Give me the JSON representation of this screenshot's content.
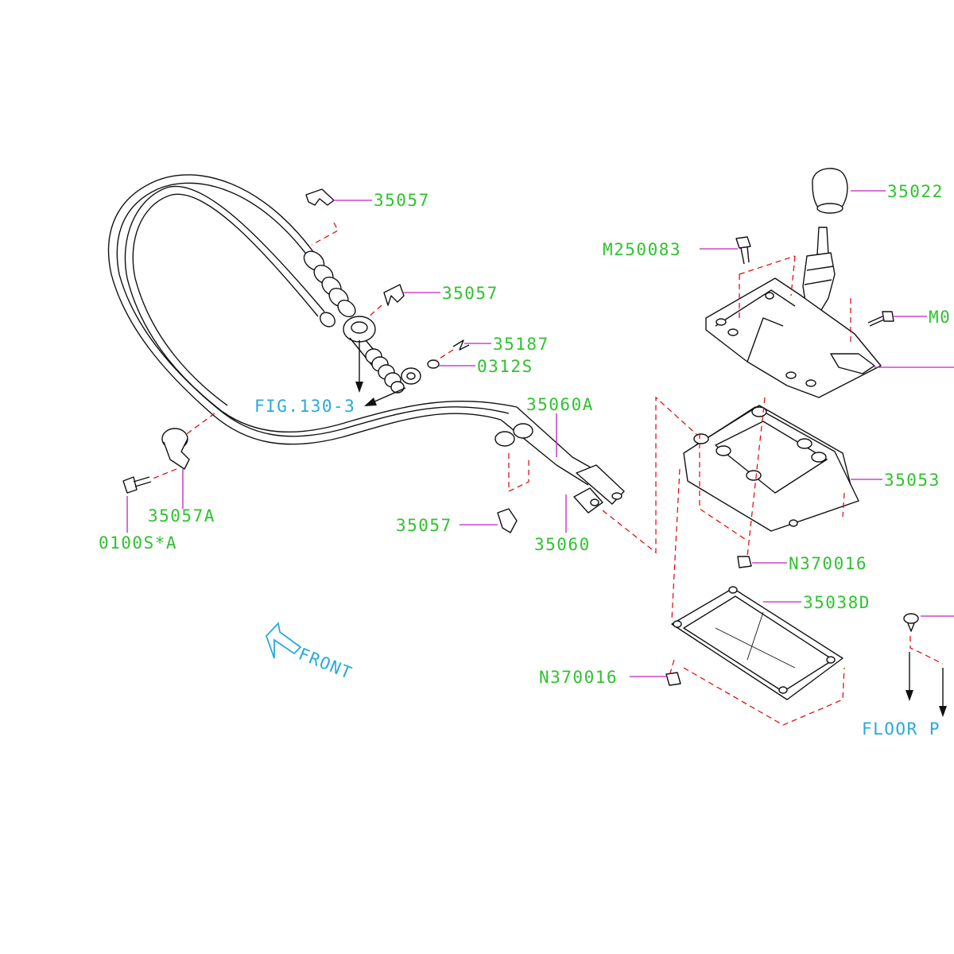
{
  "diagram": {
    "part_labels": [
      {
        "id": "p1",
        "text": "35057"
      },
      {
        "id": "p2",
        "text": "35057"
      },
      {
        "id": "p3",
        "text": "35187"
      },
      {
        "id": "p4",
        "text": "0312S"
      },
      {
        "id": "p5",
        "text": "35060A"
      },
      {
        "id": "p6",
        "text": "35057A"
      },
      {
        "id": "p7",
        "text": "0100S*A"
      },
      {
        "id": "p8",
        "text": "35057"
      },
      {
        "id": "p9",
        "text": "35060"
      },
      {
        "id": "p10",
        "text": "35022"
      },
      {
        "id": "p11",
        "text": "M250083"
      },
      {
        "id": "p12",
        "text": "M0"
      },
      {
        "id": "p13",
        "text": "35053"
      },
      {
        "id": "p14",
        "text": "N370016"
      },
      {
        "id": "p15",
        "text": "35038D"
      },
      {
        "id": "p16",
        "text": "N370016"
      }
    ],
    "reference_labels": {
      "fig": "FIG.130-3",
      "front": "FRONT",
      "floor": "FLOOR P"
    },
    "colors": {
      "label": "#2ec32e",
      "reference": "#27a9e1",
      "leader": "#c020c0",
      "hidden_line": "#e00000",
      "outline": "#111111"
    }
  }
}
